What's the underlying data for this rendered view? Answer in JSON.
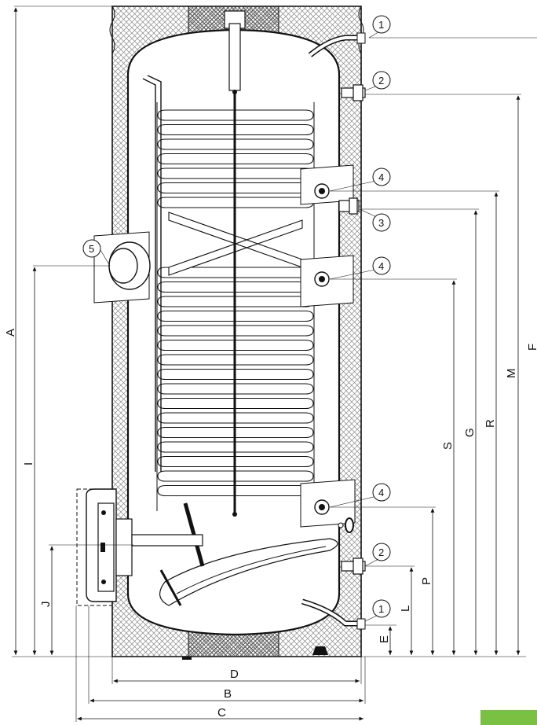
{
  "diagram": {
    "dimension_letters": {
      "A": "A",
      "B": "B",
      "C": "C",
      "D": "D",
      "E": "E",
      "F": "F",
      "G": "G",
      "I": "I",
      "J": "J",
      "L": "L",
      "M": "M",
      "P": "P",
      "R": "R",
      "S": "S"
    },
    "callouts": {
      "c1_top": "1",
      "c2_top": "2",
      "c4_upper": "4",
      "c3": "3",
      "c5": "5",
      "c4_mid": "4",
      "c4_low": "4",
      "c2_bottom": "2",
      "c1_bottom": "1"
    },
    "colors": {
      "insulation_hatch": "#888888",
      "accent_bar": "#7ac143",
      "line": "#111111"
    }
  }
}
